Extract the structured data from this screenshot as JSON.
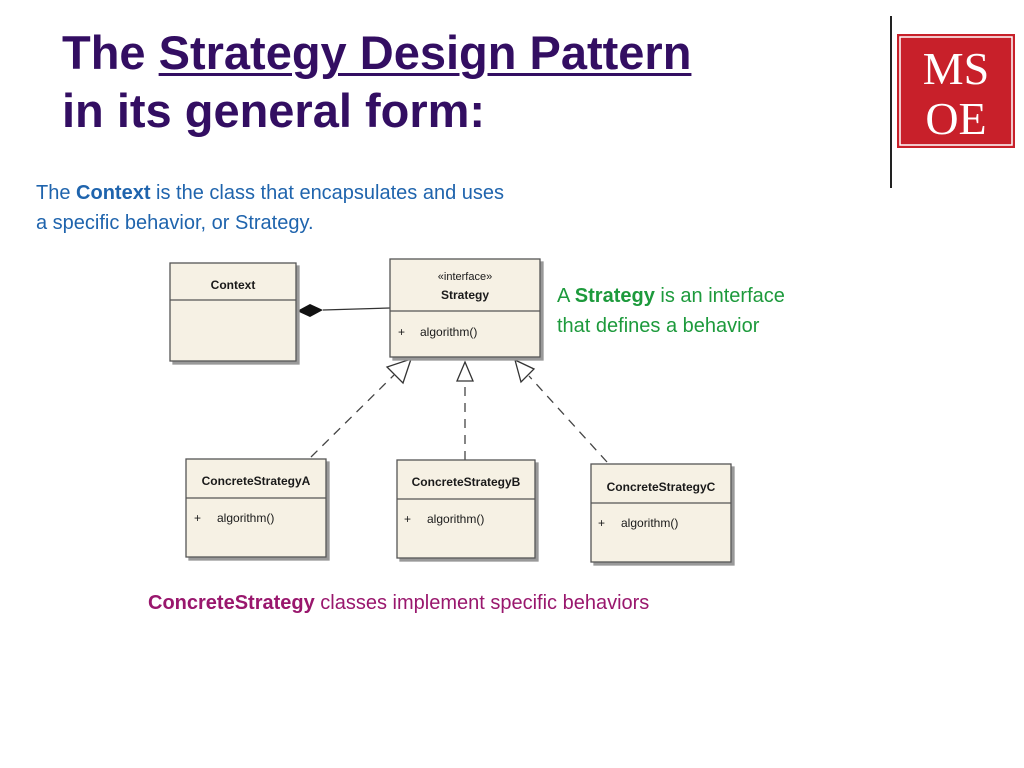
{
  "title": {
    "prefix": "The ",
    "underlined": "Strategy Design Pattern",
    "line2": "in its general form:"
  },
  "logo": {
    "line1": "MS",
    "line2": "OE",
    "color": "#c8202a"
  },
  "captions": {
    "context": {
      "pre": "The ",
      "bold": "Context",
      "rest": " is the class that encapsulates and uses",
      "line2": "a specific behavior, or Strategy."
    },
    "strategy": {
      "pre": "A ",
      "bold": "Strategy",
      "rest": " is an interface",
      "line2": "that defines a behavior"
    },
    "concrete": {
      "bold": "ConcreteStrategy",
      "rest": " classes implement specific behaviors"
    }
  },
  "uml": {
    "context": {
      "name": "Context"
    },
    "strategy": {
      "stereotype": "«interface»",
      "name": "Strategy",
      "op_visibility": "+",
      "op": "algorithm()"
    },
    "concrete_a": {
      "name": "ConcreteStrategyA",
      "op_visibility": "+",
      "op": "algorithm()"
    },
    "concrete_b": {
      "name": "ConcreteStrategyB",
      "op_visibility": "+",
      "op": "algorithm()"
    },
    "concrete_c": {
      "name": "ConcreteStrategyC",
      "op_visibility": "+",
      "op": "algorithm()"
    }
  },
  "colors": {
    "title": "#330e62",
    "context_caption": "#1f64ad",
    "strategy_caption": "#1d9a3c",
    "concrete_caption": "#99176d",
    "uml_box_fill": "#f6f1e4"
  }
}
